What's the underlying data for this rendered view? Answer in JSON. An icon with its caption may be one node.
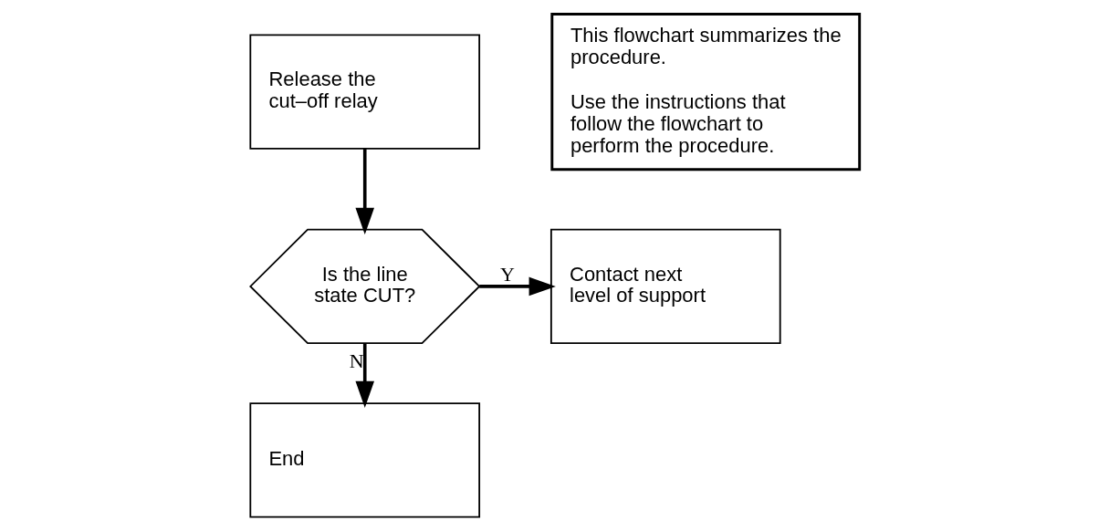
{
  "diagram": {
    "nodes": [
      {
        "text": [
          "Release the cut–off relay"
        ]
      },
      {
        "text": [
          "Is the line state CUT?"
        ]
      },
      {
        "text": [
          "Contact next level of support"
        ]
      },
      {
        "text": [
          "End"
        ]
      },
      {
        "text": [
          "This flowchart summarizes the procedure.",
          "Use the instructions that follow the flowchart to perform the procedure."
        ]
      }
    ],
    "edges": [
      {
        "from": 0,
        "to": 1,
        "arrow": "to"
      },
      {
        "from": 1,
        "to": 2,
        "arrow": "to",
        "label": "Y"
      },
      {
        "from": 1,
        "to": 3,
        "arrow": "to",
        "label": "N"
      }
    ]
  }
}
